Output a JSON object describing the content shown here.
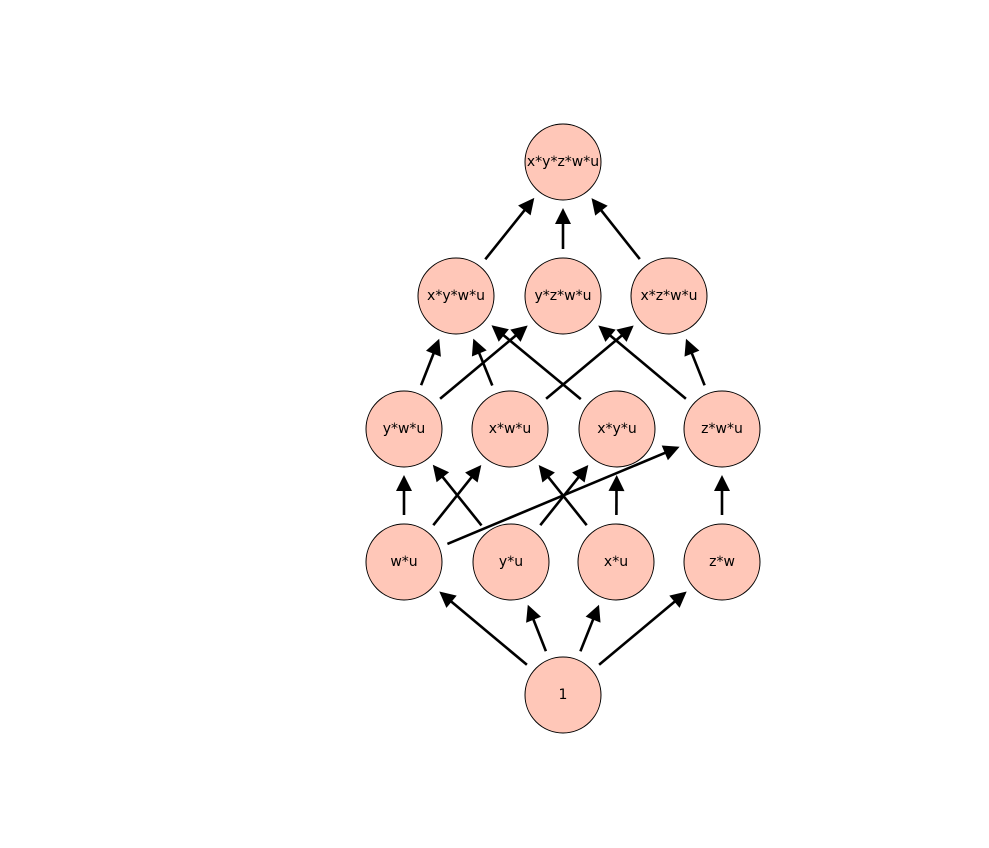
{
  "diagram": {
    "type": "hasse-diagram",
    "colors": {
      "node_fill": "#ffc7b8",
      "node_stroke": "#000000",
      "edge": "#000000"
    },
    "nodes": [
      {
        "id": "top",
        "label": "x*y*z*w*u",
        "level": 4
      },
      {
        "id": "xywu",
        "label": "x*y*w*u",
        "level": 3
      },
      {
        "id": "yzwu",
        "label": "y*z*w*u",
        "level": 3
      },
      {
        "id": "xzwu",
        "label": "x*z*w*u",
        "level": 3
      },
      {
        "id": "ywu",
        "label": "y*w*u",
        "level": 2
      },
      {
        "id": "xwu",
        "label": "x*w*u",
        "level": 2
      },
      {
        "id": "xyu",
        "label": "x*y*u",
        "level": 2
      },
      {
        "id": "zwu",
        "label": "z*w*u",
        "level": 2
      },
      {
        "id": "wu",
        "label": "w*u",
        "level": 1
      },
      {
        "id": "yu",
        "label": "y*u",
        "level": 1
      },
      {
        "id": "xu",
        "label": "x*u",
        "level": 1
      },
      {
        "id": "zw",
        "label": "z*w",
        "level": 1
      },
      {
        "id": "one",
        "label": "1",
        "level": 0
      }
    ],
    "edges": [
      {
        "from": "one",
        "to": "wu"
      },
      {
        "from": "one",
        "to": "yu"
      },
      {
        "from": "one",
        "to": "xu"
      },
      {
        "from": "one",
        "to": "zw"
      },
      {
        "from": "wu",
        "to": "ywu"
      },
      {
        "from": "wu",
        "to": "xwu"
      },
      {
        "from": "wu",
        "to": "zwu"
      },
      {
        "from": "yu",
        "to": "ywu"
      },
      {
        "from": "yu",
        "to": "xyu"
      },
      {
        "from": "xu",
        "to": "xwu"
      },
      {
        "from": "xu",
        "to": "xyu"
      },
      {
        "from": "zw",
        "to": "zwu"
      },
      {
        "from": "ywu",
        "to": "xywu"
      },
      {
        "from": "ywu",
        "to": "yzwu"
      },
      {
        "from": "xwu",
        "to": "xywu"
      },
      {
        "from": "xwu",
        "to": "xzwu"
      },
      {
        "from": "xyu",
        "to": "xywu"
      },
      {
        "from": "zwu",
        "to": "yzwu"
      },
      {
        "from": "zwu",
        "to": "xzwu"
      },
      {
        "from": "xywu",
        "to": "top"
      },
      {
        "from": "yzwu",
        "to": "top"
      },
      {
        "from": "xzwu",
        "to": "top"
      }
    ]
  }
}
